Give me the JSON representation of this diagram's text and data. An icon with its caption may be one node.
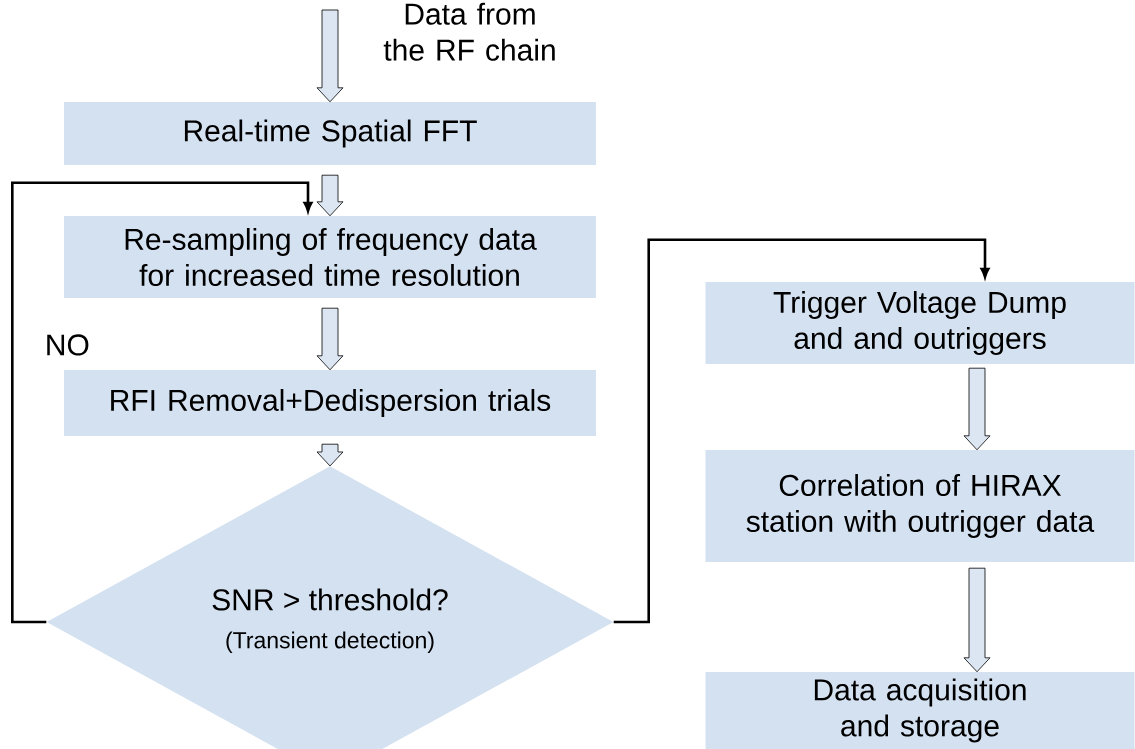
{
  "diagram": {
    "nodes": [
      {
        "text": [
          "Real-time Spatial FFT"
        ]
      },
      {
        "text": [
          "Re-sampling of frequency data for increased time resolution"
        ]
      },
      {
        "text": [
          "RFI Removal+Dedispersion trials"
        ]
      },
      {
        "text": [
          "SNR > threshold?",
          "(Transient detection)"
        ]
      },
      {
        "text": [
          "Trigger Voltage Dump and and outriggers"
        ]
      },
      {
        "text": [
          "Correlation of HIRAX station with outrigger data"
        ]
      },
      {
        "text": [
          "Data acquisition and storage"
        ]
      }
    ],
    "edges": [
      {
        "from": null,
        "to": 0,
        "arrow": "to",
        "label": "Data from the RF chain"
      },
      {
        "from": 0,
        "to": 1,
        "arrow": "to"
      },
      {
        "from": 1,
        "to": 2,
        "arrow": "to"
      },
      {
        "from": 2,
        "to": 3,
        "arrow": "to"
      },
      {
        "from": 3,
        "to": 1,
        "arrow": "to",
        "label": "NO"
      },
      {
        "from": 3,
        "to": 4,
        "arrow": "to"
      },
      {
        "from": 4,
        "to": 5,
        "arrow": "to"
      },
      {
        "from": 5,
        "to": 6,
        "arrow": "to"
      }
    ]
  }
}
